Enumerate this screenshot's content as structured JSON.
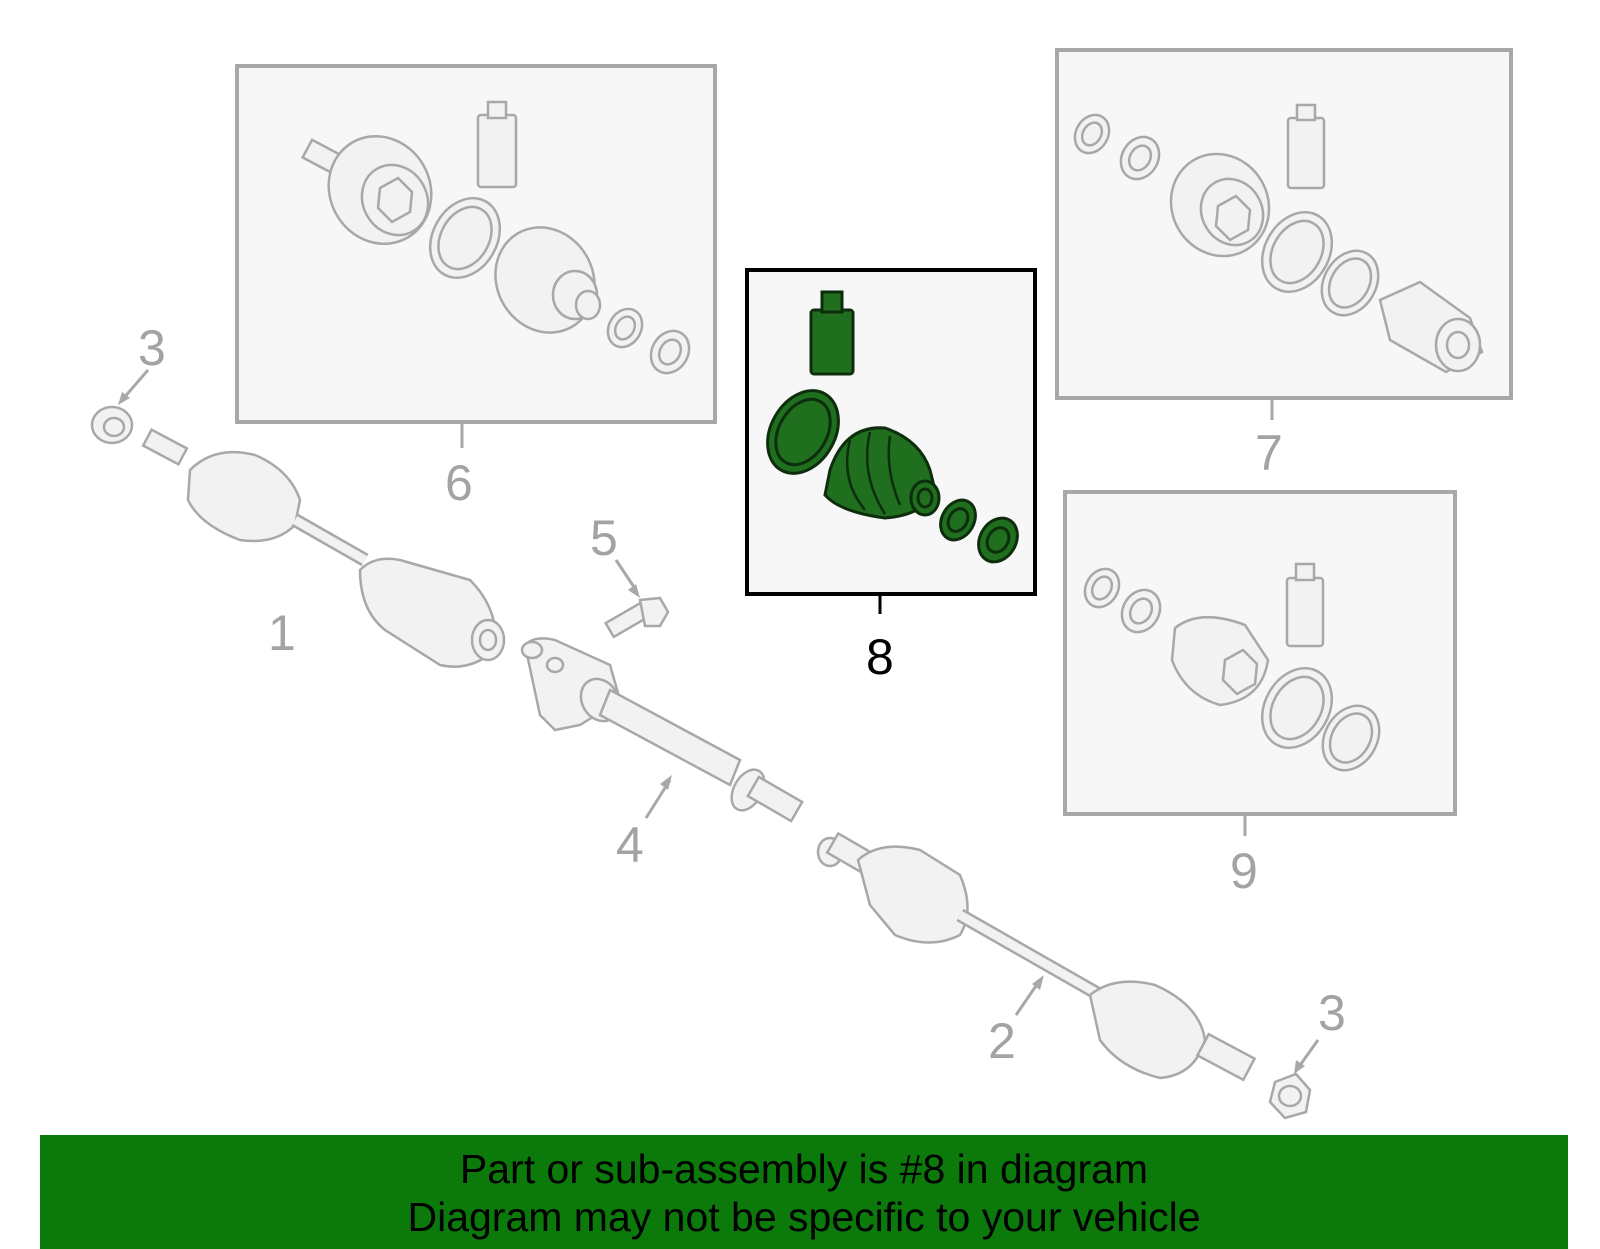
{
  "callouts": {
    "c1": "1",
    "c2": "2",
    "c3a": "3",
    "c3b": "3",
    "c4": "4",
    "c5": "5",
    "c6": "6",
    "c7": "7",
    "c8": "8",
    "c9": "9"
  },
  "banner": {
    "line1": "Part or sub-assembly is #8 in diagram",
    "line2": "Diagram may not be specific to your vehicle"
  },
  "colors": {
    "highlight_part": "#1f6f1f",
    "banner_background": "#0b7a0b",
    "diagram_gray": "#a8a8a8"
  }
}
